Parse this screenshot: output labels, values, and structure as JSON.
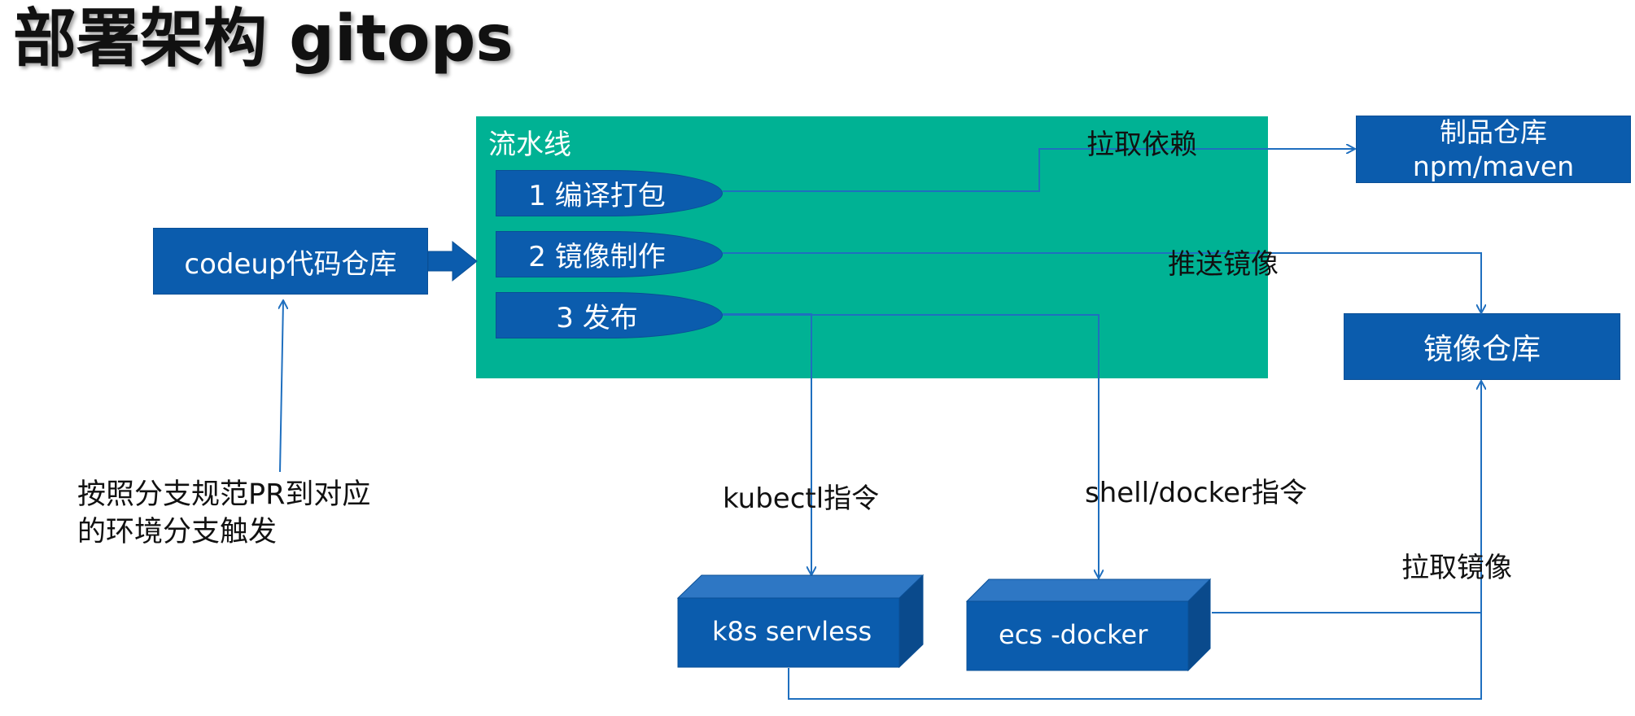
{
  "title": "部署架构 gitops",
  "pipeline": {
    "label": "流水线",
    "steps": [
      "1 编译打包",
      "2 镜像制作",
      "3 发布"
    ]
  },
  "nodes": {
    "codeup": "codeup代码仓库",
    "artifact_repo": {
      "line1": "制品仓库",
      "line2": "npm/maven"
    },
    "image_repo": "镜像仓库",
    "k8s": "k8s servless",
    "ecs": "ecs -docker"
  },
  "edge_labels": {
    "pull_deps": "拉取依赖",
    "push_image": "推送镜像",
    "kubectl": "kubectl指令",
    "shell_docker": "shell/docker指令",
    "pull_image": "拉取镜像",
    "trigger": "按照分支规范PR到对应\n的环境分支触发"
  },
  "colors": {
    "pipeline_bg": "#00b294",
    "node_blue": "#0b5cad",
    "line_blue": "#1f6fbf"
  }
}
